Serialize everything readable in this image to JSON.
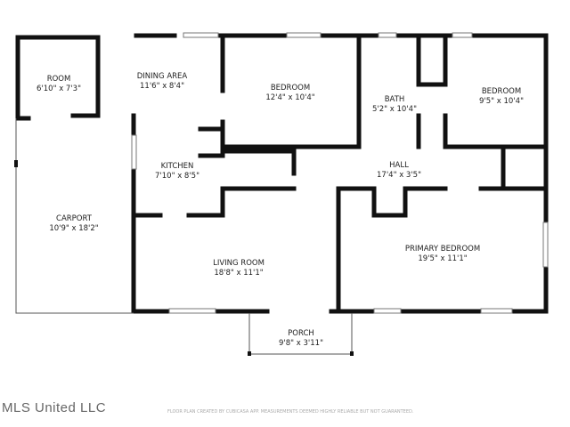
{
  "rooms": {
    "room": {
      "name": "ROOM",
      "dims": "6'10\" x 7'3\""
    },
    "dining": {
      "name": "DINING AREA",
      "dims": "11'6\" x 8'4\""
    },
    "bedroom1": {
      "name": "BEDROOM",
      "dims": "12'4\" x 10'4\""
    },
    "bath": {
      "name": "BATH",
      "dims": "5'2\" x 10'4\""
    },
    "bedroom2": {
      "name": "BEDROOM",
      "dims": "9'5\" x 10'4\""
    },
    "kitchen": {
      "name": "KITCHEN",
      "dims": "7'10\" x 8'5\""
    },
    "hall": {
      "name": "HALL",
      "dims": "17'4\" x 3'5\""
    },
    "carport": {
      "name": "CARPORT",
      "dims": "10'9\" x 18'2\""
    },
    "primary": {
      "name": "PRIMARY BEDROOM",
      "dims": "19'5\" x 11'1\""
    },
    "living": {
      "name": "LIVING ROOM",
      "dims": "18'8\" x 11'1\""
    },
    "porch": {
      "name": "PORCH",
      "dims": "9'8\" x 3'11\""
    }
  },
  "footer": {
    "brand": "MLS United LLC",
    "disclaimer": "FLOOR PLAN CREATED BY CUBICASA APP. MEASUREMENTS DEEMED HIGHLY RELIABLE BUT NOT GUARANTEED."
  }
}
